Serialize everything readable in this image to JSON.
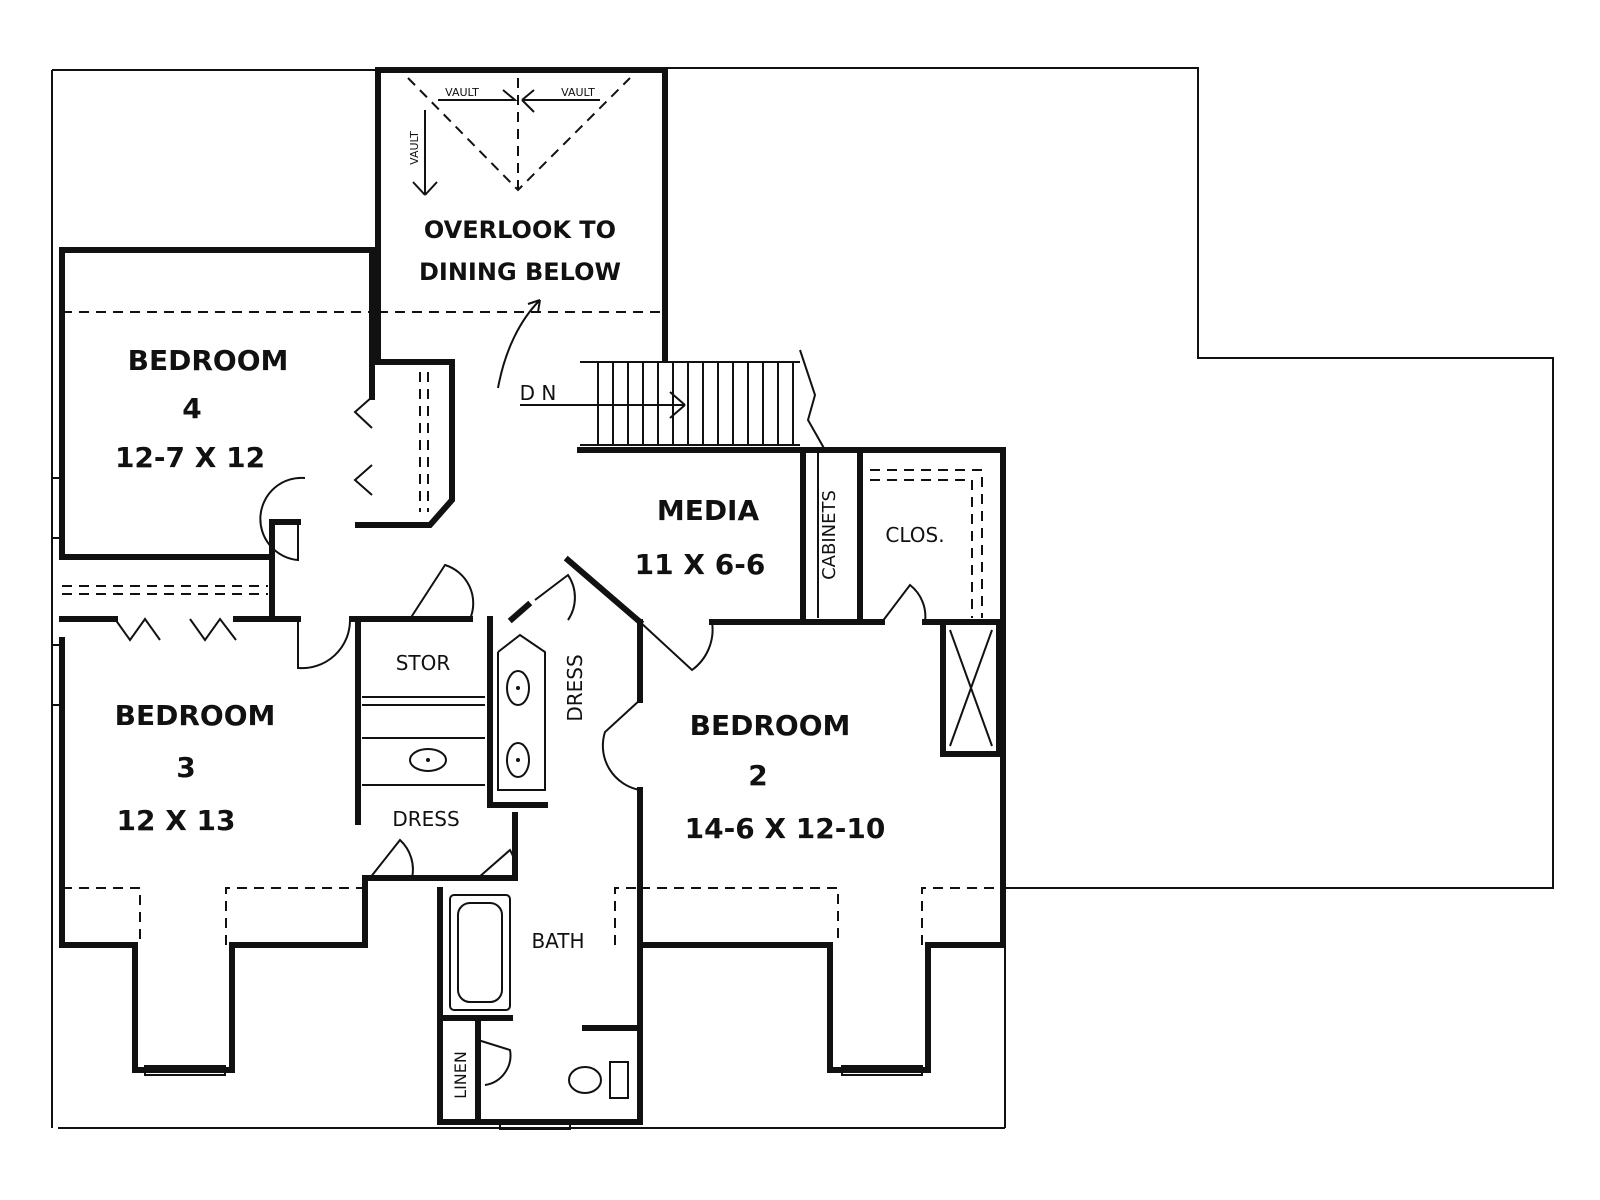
{
  "overlook": {
    "line1": "OVERLOOK TO",
    "line2": "DINING BELOW",
    "vault_a": "VAULT",
    "vault_b": "VAULT",
    "vault_c": "VAULT"
  },
  "stairs": {
    "label": "D N"
  },
  "rooms": {
    "bedroom4": {
      "name": "BEDROOM",
      "number": "4",
      "size": "12-7 X 12"
    },
    "bedroom3": {
      "name": "BEDROOM",
      "number": "3",
      "size": "12 X 13"
    },
    "bedroom2": {
      "name": "BEDROOM",
      "number": "2",
      "size": "14-6 X 12-10"
    },
    "media": {
      "name": "MEDIA",
      "size": "11 X 6-6"
    }
  },
  "labels": {
    "cabinets": "CABINETS",
    "clos": "CLOS.",
    "stor": "STOR",
    "dress_left": "DRESS",
    "dress_right": "DRESS",
    "bath": "BATH",
    "linen": "LINEN"
  }
}
